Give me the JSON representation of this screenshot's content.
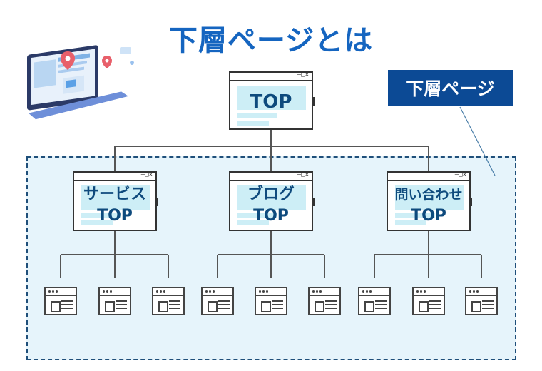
{
  "title": "下層ページとは",
  "badge": "下層ページ",
  "top_page": {
    "label": "TOP"
  },
  "sections": [
    {
      "line1": "サービス",
      "line2": "TOP"
    },
    {
      "line1": "ブログ",
      "line2": "TOP"
    },
    {
      "line1": "問い合わせ",
      "line2": "TOP"
    }
  ],
  "window_controls": "—□✕",
  "icons": {
    "laptop": "laptop-illustration-icon",
    "page": "webpage-icon"
  },
  "colors": {
    "title": "#1565c0",
    "badge_bg": "#0c4a95",
    "region_bg": "#e6f4fb",
    "region_border": "#1f4f7a",
    "label": "#0e4a7d",
    "block": "#cdeef6"
  }
}
